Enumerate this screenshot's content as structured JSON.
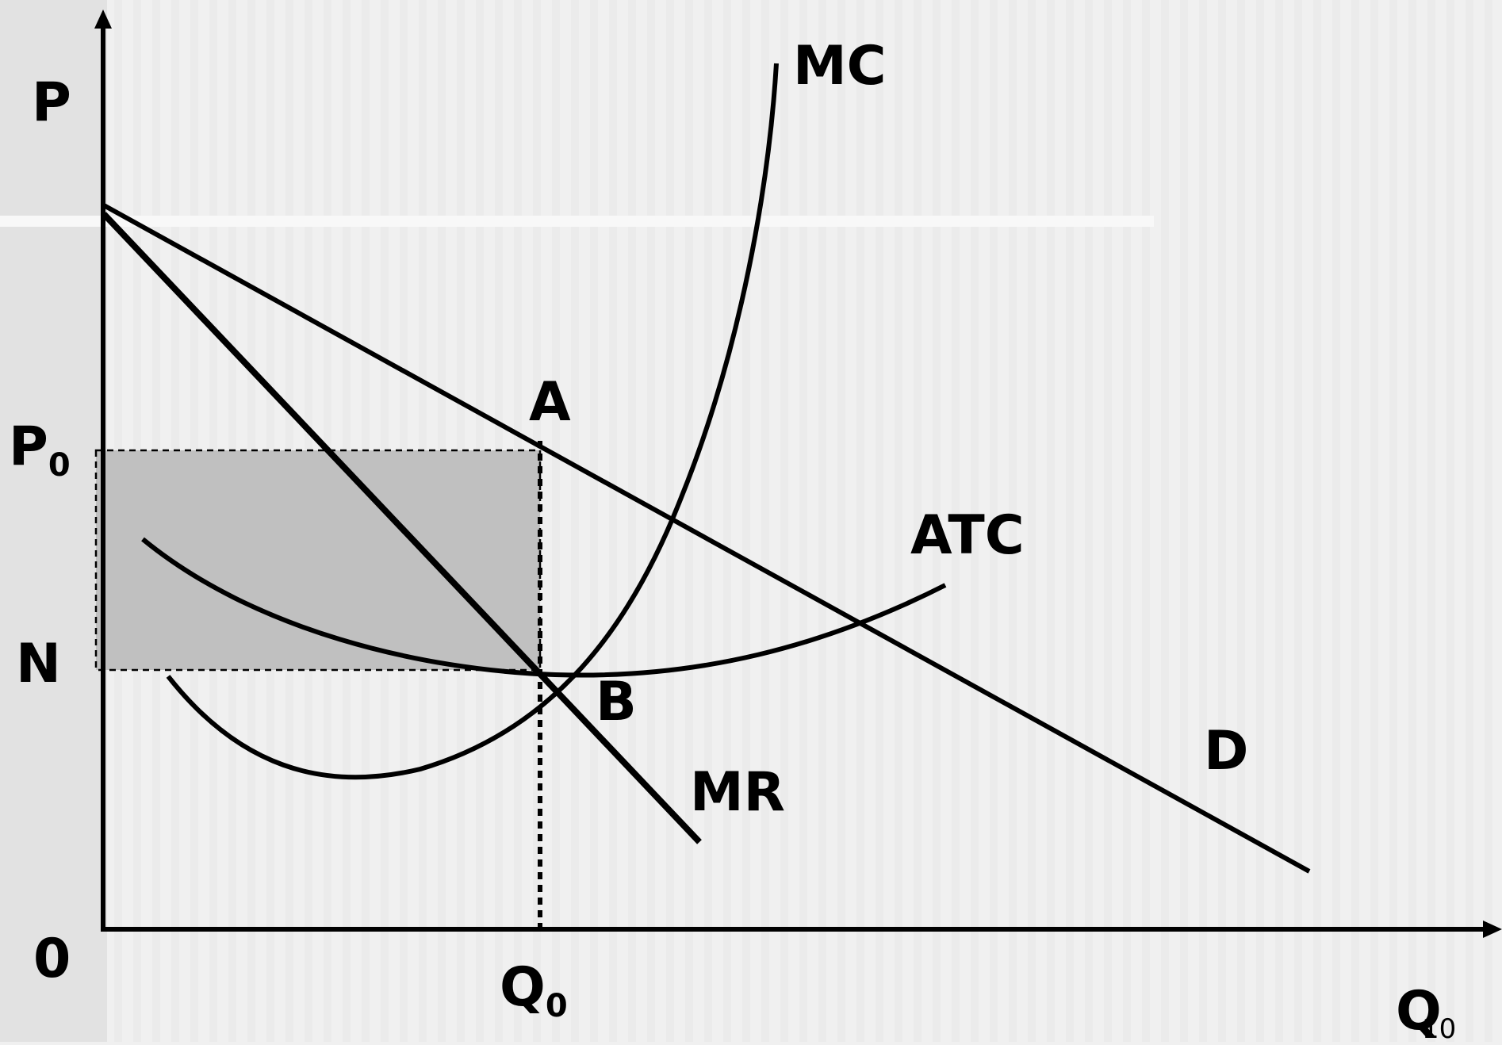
{
  "diagram": {
    "axis_labels": {
      "y": "P",
      "x": "Q",
      "origin": "0"
    },
    "price_label": {
      "main": "P",
      "sub": "0"
    },
    "cost_label": "N",
    "quantity_label": {
      "main": "Q",
      "sub": "0"
    },
    "points": {
      "a": "A",
      "b": "B"
    },
    "curves": {
      "mc": "MC",
      "atc": "ATC",
      "mr": "MR",
      "demand": "D"
    },
    "colors": {
      "background": "#f0f0f0",
      "stripe": "#e4e4e4",
      "line": "#000000",
      "profit_area": "#c0c0c0"
    }
  },
  "page_number": "10"
}
